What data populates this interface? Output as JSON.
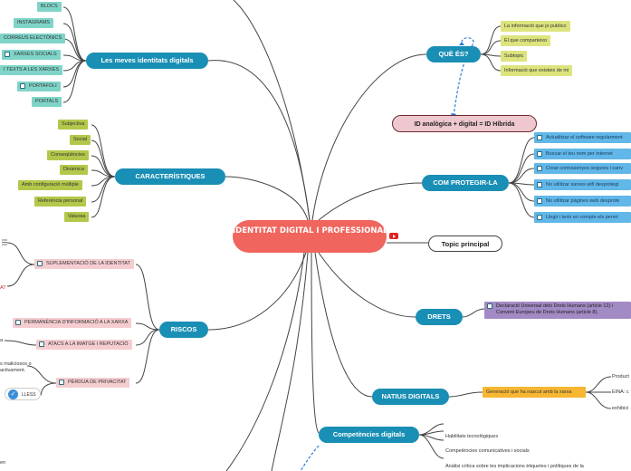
{
  "central": "IDENTITAT DIGITAL I PROFESSIONAL",
  "branches": {
    "identitats": {
      "label": "Les meves identitats digitals",
      "items": [
        "BLOCS",
        "INSTAGRAMS",
        "CORREUS ELECTÒNICS",
        "XARXES SOCIALS",
        "I TEXTS A LES XARXES",
        "PORTAFOLI",
        "PORTALS"
      ]
    },
    "caracteristiques": {
      "label": "CARACTERÍSTIQUES",
      "items": [
        "Subjectiva",
        "Social",
        "Conseqüències",
        "Dinàmica",
        "Amb configuració múltiple",
        "Referència personal",
        "Valuosa"
      ]
    },
    "riscos": {
      "label": "RISCOS",
      "items": [
        "SUPLEMENTACIÓ DE LA IDENTITAT",
        "PERMANÈNCIA D'INFORMACIÓ A LA XARXA",
        "ATACS A LA IMATGE I REPUTACIÓ",
        "PÈRDUA DE PRIVACITAT"
      ],
      "fragments": [
        "AT",
        "a",
        "s maliciosos o",
        "activament.",
        "en"
      ],
      "badge": "LLESS"
    },
    "que_es": {
      "label": "QUÈ ÉS?",
      "items": [
        "La informació que jo publico",
        "El que comparteixo",
        "Subtopic",
        "Informació que existeix de mi"
      ]
    },
    "hybrid": "ID analògica + digital = ID Híbrida",
    "protegir": {
      "label": "COM PROTEGIR-LA",
      "items": [
        "Actualitzar el software regularment",
        "Buscar el teu nom per internet",
        "Crear contrasenyes segures i canv",
        "No utilitzar xarxes wifi desprotegi",
        "No utilitzar pàgines web desprote",
        "Llegir i tenir en compte els permí"
      ]
    },
    "topic": "Topic principal",
    "drets": {
      "label": "DRETS",
      "items": [
        "Declaració Universal dels Drets Humans (article 12) i Conveni Europeu de Drets Humans (article 8)."
      ]
    },
    "natius": {
      "label": "NATIUS DIGITALS",
      "item": "Generació que ha nascut amb la xarxa",
      "subitems": [
        "Product",
        "EINA: c",
        "exhibici"
      ]
    },
    "competencies": {
      "label": "Competències digitals",
      "items": [
        "Habilitats tecnològiques",
        "Competències comunicatives i socials",
        "Anàlisi crítica sobre les implicacions ètiquetes i polítiques de la"
      ]
    }
  },
  "colors": {
    "central": "#f0655d",
    "main": "#1a8fb5",
    "teal": "#7fd4c8",
    "olive": "#b3c84a",
    "pink": "#f5cdd0",
    "blue": "#61b7e8",
    "yellow": "#dde47e",
    "purple": "#a28ac4",
    "orange": "#f7b733",
    "hybrid": "#eec8ce"
  },
  "icons": [
    "youtube-icon",
    "checkbox-icon",
    "note-icon",
    "check-badge-icon"
  ]
}
